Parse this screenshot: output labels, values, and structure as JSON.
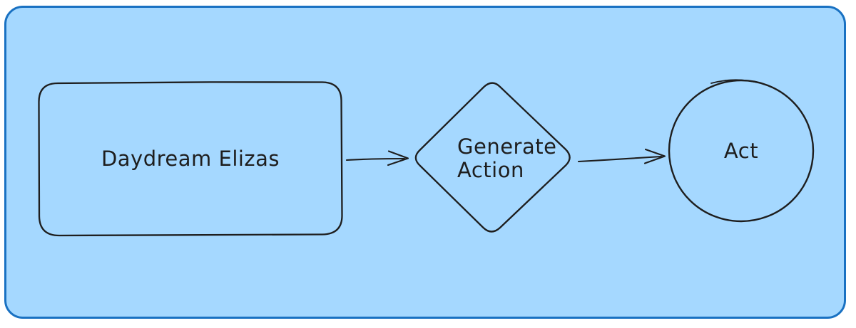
{
  "diagram": {
    "background_color": "#ffffff",
    "frame": {
      "fill_color": "#a5d8ff",
      "stroke_color": "#1971c2"
    },
    "node_stroke_color": "#1e1e1e",
    "text_color": "#1e1e1e",
    "nodes": [
      {
        "id": "daydream-elizas",
        "shape": "rounded-rectangle",
        "label": "Daydream Elizas"
      },
      {
        "id": "generate-action",
        "shape": "diamond",
        "label": "Generate\nAction"
      },
      {
        "id": "act",
        "shape": "circle",
        "label": "Act"
      }
    ],
    "edges": [
      {
        "from": "daydream-elizas",
        "to": "generate-action",
        "style": "arrow"
      },
      {
        "from": "generate-action",
        "to": "act",
        "style": "arrow"
      }
    ]
  }
}
